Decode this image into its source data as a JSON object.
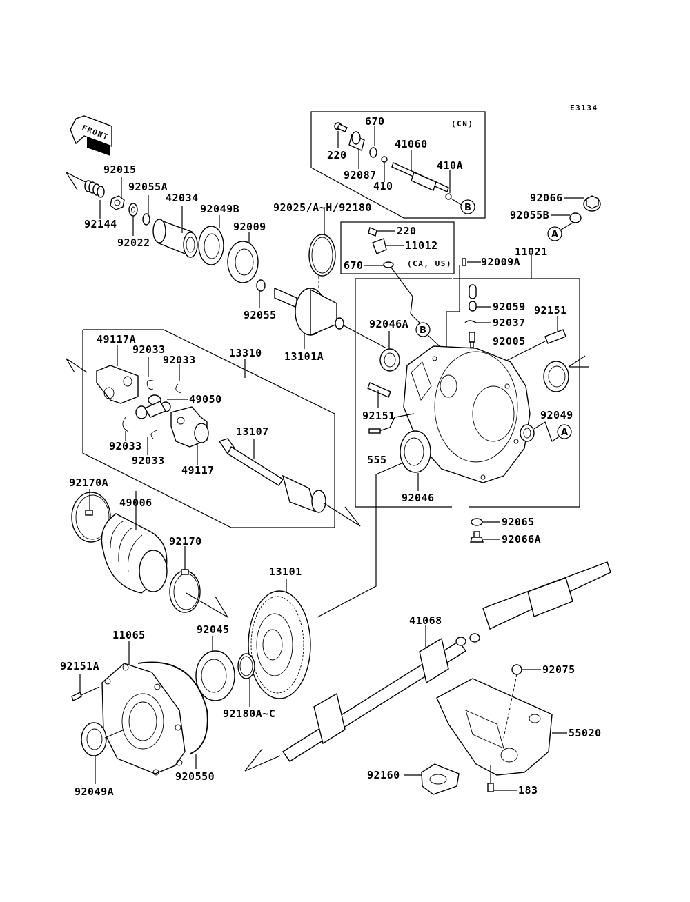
{
  "diagram": {
    "code": "E3134",
    "front_sign": "FRONT",
    "region_notes": {
      "cn": "(CN)",
      "ca_us": "(CA, US)"
    },
    "callouts": [
      "A",
      "B"
    ],
    "part_labels": [
      {
        "id": "92015",
        "text": "92015"
      },
      {
        "id": "92055A",
        "text": "92055A"
      },
      {
        "id": "92144",
        "text": "92144"
      },
      {
        "id": "92022",
        "text": "92022"
      },
      {
        "id": "42034",
        "text": "42034"
      },
      {
        "id": "92049B",
        "text": "92049B"
      },
      {
        "id": "92009",
        "text": "92009"
      },
      {
        "id": "92025-92180",
        "text": "92025/A~H/92180"
      },
      {
        "id": "92055",
        "text": "92055"
      },
      {
        "id": "13101A",
        "text": "13101A"
      },
      {
        "id": "220-cn",
        "text": "220"
      },
      {
        "id": "670-cn",
        "text": "670"
      },
      {
        "id": "92087",
        "text": "92087"
      },
      {
        "id": "410",
        "text": "410"
      },
      {
        "id": "41060",
        "text": "41060"
      },
      {
        "id": "410A",
        "text": "410A"
      },
      {
        "id": "220-ca",
        "text": "220"
      },
      {
        "id": "11012",
        "text": "11012"
      },
      {
        "id": "670-ca",
        "text": "670"
      },
      {
        "id": "92066",
        "text": "92066"
      },
      {
        "id": "92055B",
        "text": "92055B"
      },
      {
        "id": "11021",
        "text": "11021"
      },
      {
        "id": "92009A",
        "text": "92009A"
      },
      {
        "id": "92059",
        "text": "92059"
      },
      {
        "id": "92037",
        "text": "92037"
      },
      {
        "id": "92005",
        "text": "92005"
      },
      {
        "id": "92151-r",
        "text": "92151"
      },
      {
        "id": "92046A",
        "text": "92046A"
      },
      {
        "id": "92151-l",
        "text": "92151"
      },
      {
        "id": "92049",
        "text": "92049"
      },
      {
        "id": "555",
        "text": "555"
      },
      {
        "id": "92046",
        "text": "92046"
      },
      {
        "id": "92065",
        "text": "92065"
      },
      {
        "id": "92066A",
        "text": "92066A"
      },
      {
        "id": "49117A",
        "text": "49117A"
      },
      {
        "id": "92033-a",
        "text": "92033"
      },
      {
        "id": "92033-b",
        "text": "92033"
      },
      {
        "id": "13310",
        "text": "13310"
      },
      {
        "id": "49050",
        "text": "49050"
      },
      {
        "id": "92033-c",
        "text": "92033"
      },
      {
        "id": "92033-d",
        "text": "92033"
      },
      {
        "id": "13107",
        "text": "13107"
      },
      {
        "id": "49117",
        "text": "49117"
      },
      {
        "id": "92170A",
        "text": "92170A"
      },
      {
        "id": "49006",
        "text": "49006"
      },
      {
        "id": "92170",
        "text": "92170"
      },
      {
        "id": "13101",
        "text": "13101"
      },
      {
        "id": "11065",
        "text": "11065"
      },
      {
        "id": "92151A",
        "text": "92151A"
      },
      {
        "id": "92045",
        "text": "92045"
      },
      {
        "id": "92180A-C",
        "text": "92180A~C"
      },
      {
        "id": "920550",
        "text": "920550"
      },
      {
        "id": "92049A",
        "text": "92049A"
      },
      {
        "id": "41068",
        "text": "41068"
      },
      {
        "id": "92075",
        "text": "92075"
      },
      {
        "id": "55020",
        "text": "55020"
      },
      {
        "id": "92160",
        "text": "92160"
      },
      {
        "id": "183",
        "text": "183"
      }
    ]
  }
}
